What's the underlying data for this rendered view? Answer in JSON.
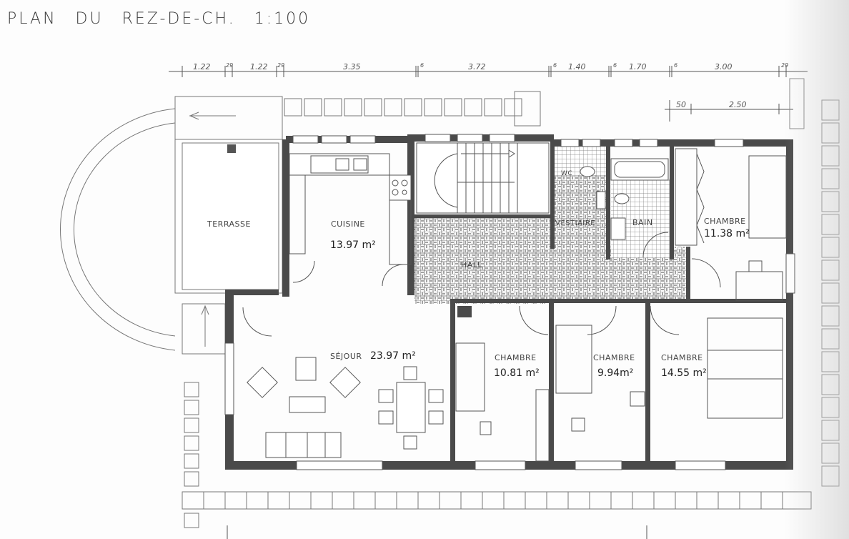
{
  "title": {
    "parts": [
      "PLAN",
      "DU",
      "REZ-DE-CH.",
      "1:100"
    ]
  },
  "scale": "1:100",
  "dimensions_top": [
    "1.22",
    "29",
    "1.22",
    "29",
    "3.35",
    "6",
    "3.72",
    "6",
    "1.40",
    "6",
    "1.70",
    "6",
    "3.00",
    "29"
  ],
  "dimensions_sub": [
    "50",
    "2.50"
  ],
  "rooms": [
    {
      "id": "terrasse",
      "label": "TERRASSE",
      "area": ""
    },
    {
      "id": "cuisine",
      "label": "CUISINE",
      "area": "13.97 m²"
    },
    {
      "id": "hall",
      "label": "HALL",
      "area": ""
    },
    {
      "id": "wc",
      "label": "WC",
      "area": ""
    },
    {
      "id": "vestiaire",
      "label": "VESTIAIRE",
      "area": ""
    },
    {
      "id": "bain",
      "label": "BAIN",
      "area": ""
    },
    {
      "id": "chambre_ne",
      "label": "CHAMBRE",
      "area": "11.38 m²"
    },
    {
      "id": "sejour",
      "label": "SÉJOUR",
      "area": "23.97 m²"
    },
    {
      "id": "chambre_1",
      "label": "CHAMBRE",
      "area": "10.81 m²"
    },
    {
      "id": "chambre_2",
      "label": "CHAMBRE",
      "area": "9.94m²"
    },
    {
      "id": "chambre_3",
      "label": "CHAMBRE",
      "area": "14.55 m²"
    }
  ],
  "colors": {
    "wall": "#4a4a4a",
    "line": "#555555",
    "paper": "#fdfdfd",
    "tile": "#777777"
  }
}
